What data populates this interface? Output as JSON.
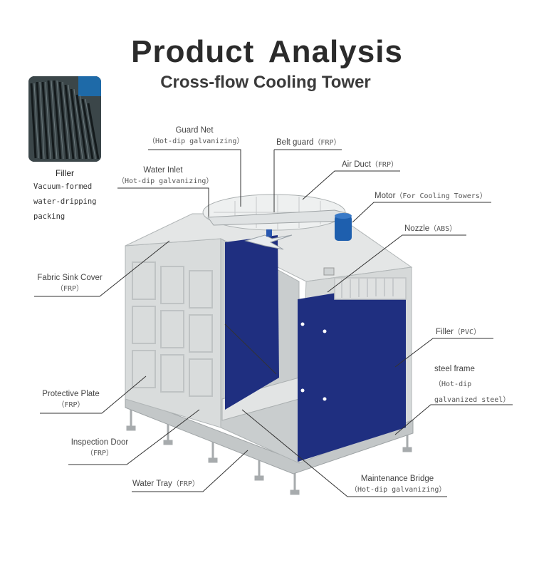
{
  "header": {
    "title": "Product Analysis",
    "subtitle": "Cross-flow Cooling Tower"
  },
  "filler_thumb": {
    "caption": "Filler",
    "desc_lines": [
      "Vacuum-formed",
      "water-dripping",
      "packing"
    ]
  },
  "labels": {
    "guard_net": {
      "name": "Guard Net",
      "material": "（Hot-dip galvanizing）"
    },
    "belt_guard": {
      "name": "Belt guard",
      "material": "（FRP）"
    },
    "water_inlet": {
      "name": "Water Inlet",
      "material": "（Hot-dip galvanizing）"
    },
    "air_duct": {
      "name": "Air Duct",
      "material": "（FRP）"
    },
    "motor": {
      "name": "Motor",
      "material": "（For Cooling Towers）"
    },
    "nozzle": {
      "name": "Nozzle",
      "material": "（ABS）"
    },
    "fabric_sink_cover": {
      "name": "Fabric Sink Cover",
      "material": "（FRP）"
    },
    "filler_pvc": {
      "name": "Filler",
      "material": "（PVC）"
    },
    "steel_frame": {
      "name": "steel frame",
      "material_1": "（Hot-dip",
      "material_2": "galvanized steel）"
    },
    "protective_plate": {
      "name": "Protective Plate",
      "material": "（FRP）"
    },
    "inspection_door": {
      "name": "Inspection Door",
      "material": "（FRP）"
    },
    "water_tray": {
      "name": "Water Tray",
      "material": "（FRP）"
    },
    "maintenance_bridge": {
      "name": "Maintenance Bridge",
      "material": "（Hot-dip galvanizing）"
    }
  },
  "colors": {
    "tower_body": "#d9dcdc",
    "tower_shadow": "#b9bdbe",
    "filler_blue": "#1f2f80",
    "leader_line": "#333333"
  }
}
